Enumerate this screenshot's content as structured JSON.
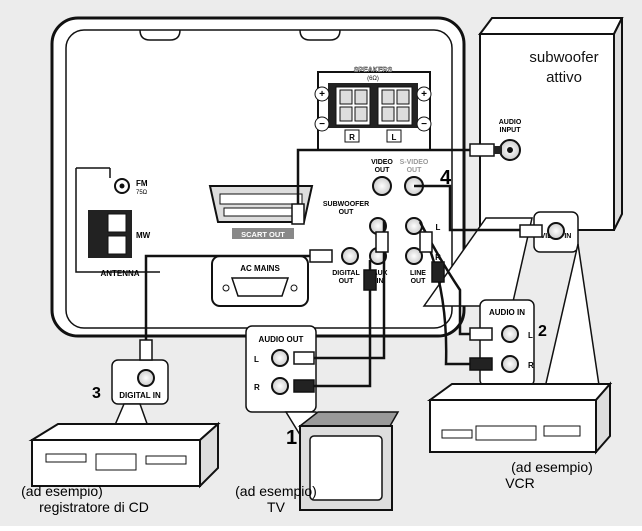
{
  "unit_panel": {
    "speakers_label": "SPEAKERS",
    "speakers_ohm": "(6Ω)",
    "speaker_r": "R",
    "speaker_l": "L",
    "plus": "+",
    "minus": "−",
    "fm_label": "FM",
    "fm_ohm": "75Ω",
    "mw_label": "MW",
    "antenna_label": "ANTENNA",
    "scart_label": "SCART OUT",
    "ac_mains_label": "AC MAINS",
    "video_out_line1": "VIDEO",
    "video_out_line2": "OUT",
    "svideo_out_line1": "S-VIDEO",
    "svideo_out_line2": "OUT",
    "subwoofer_out_line1": "SUBWOOFER",
    "subwoofer_out_line2": "OUT",
    "digital_out_line1": "DIGITAL",
    "digital_out_line2": "OUT",
    "aux_in_line1": "AUX",
    "aux_in_line2": "IN",
    "line_out_line1": "LINE",
    "line_out_line2": "OUT",
    "jack_l": "L",
    "jack_r": "R"
  },
  "subwoofer": {
    "title_line1": "subwoofer",
    "title_line2": "attivo",
    "audio_input_line1": "AUDIO",
    "audio_input_line2": "INPUT",
    "step": "4"
  },
  "vcr": {
    "video_in_label": "VIDEO IN",
    "audio_in_label": "AUDIO IN",
    "jack_l": "L",
    "jack_r": "R",
    "step": "2",
    "caption_line1": "(ad esempio)",
    "caption_line2": "VCR"
  },
  "tv": {
    "audio_out_label": "AUDIO OUT",
    "jack_l": "L",
    "jack_r": "R",
    "step": "1",
    "caption_line1": "(ad esempio)",
    "caption_line2": "TV"
  },
  "cd_recorder": {
    "digital_in_label": "DIGITAL IN",
    "step": "3",
    "caption_line1": "(ad esempio)",
    "caption_line2": "registratore di CD"
  }
}
